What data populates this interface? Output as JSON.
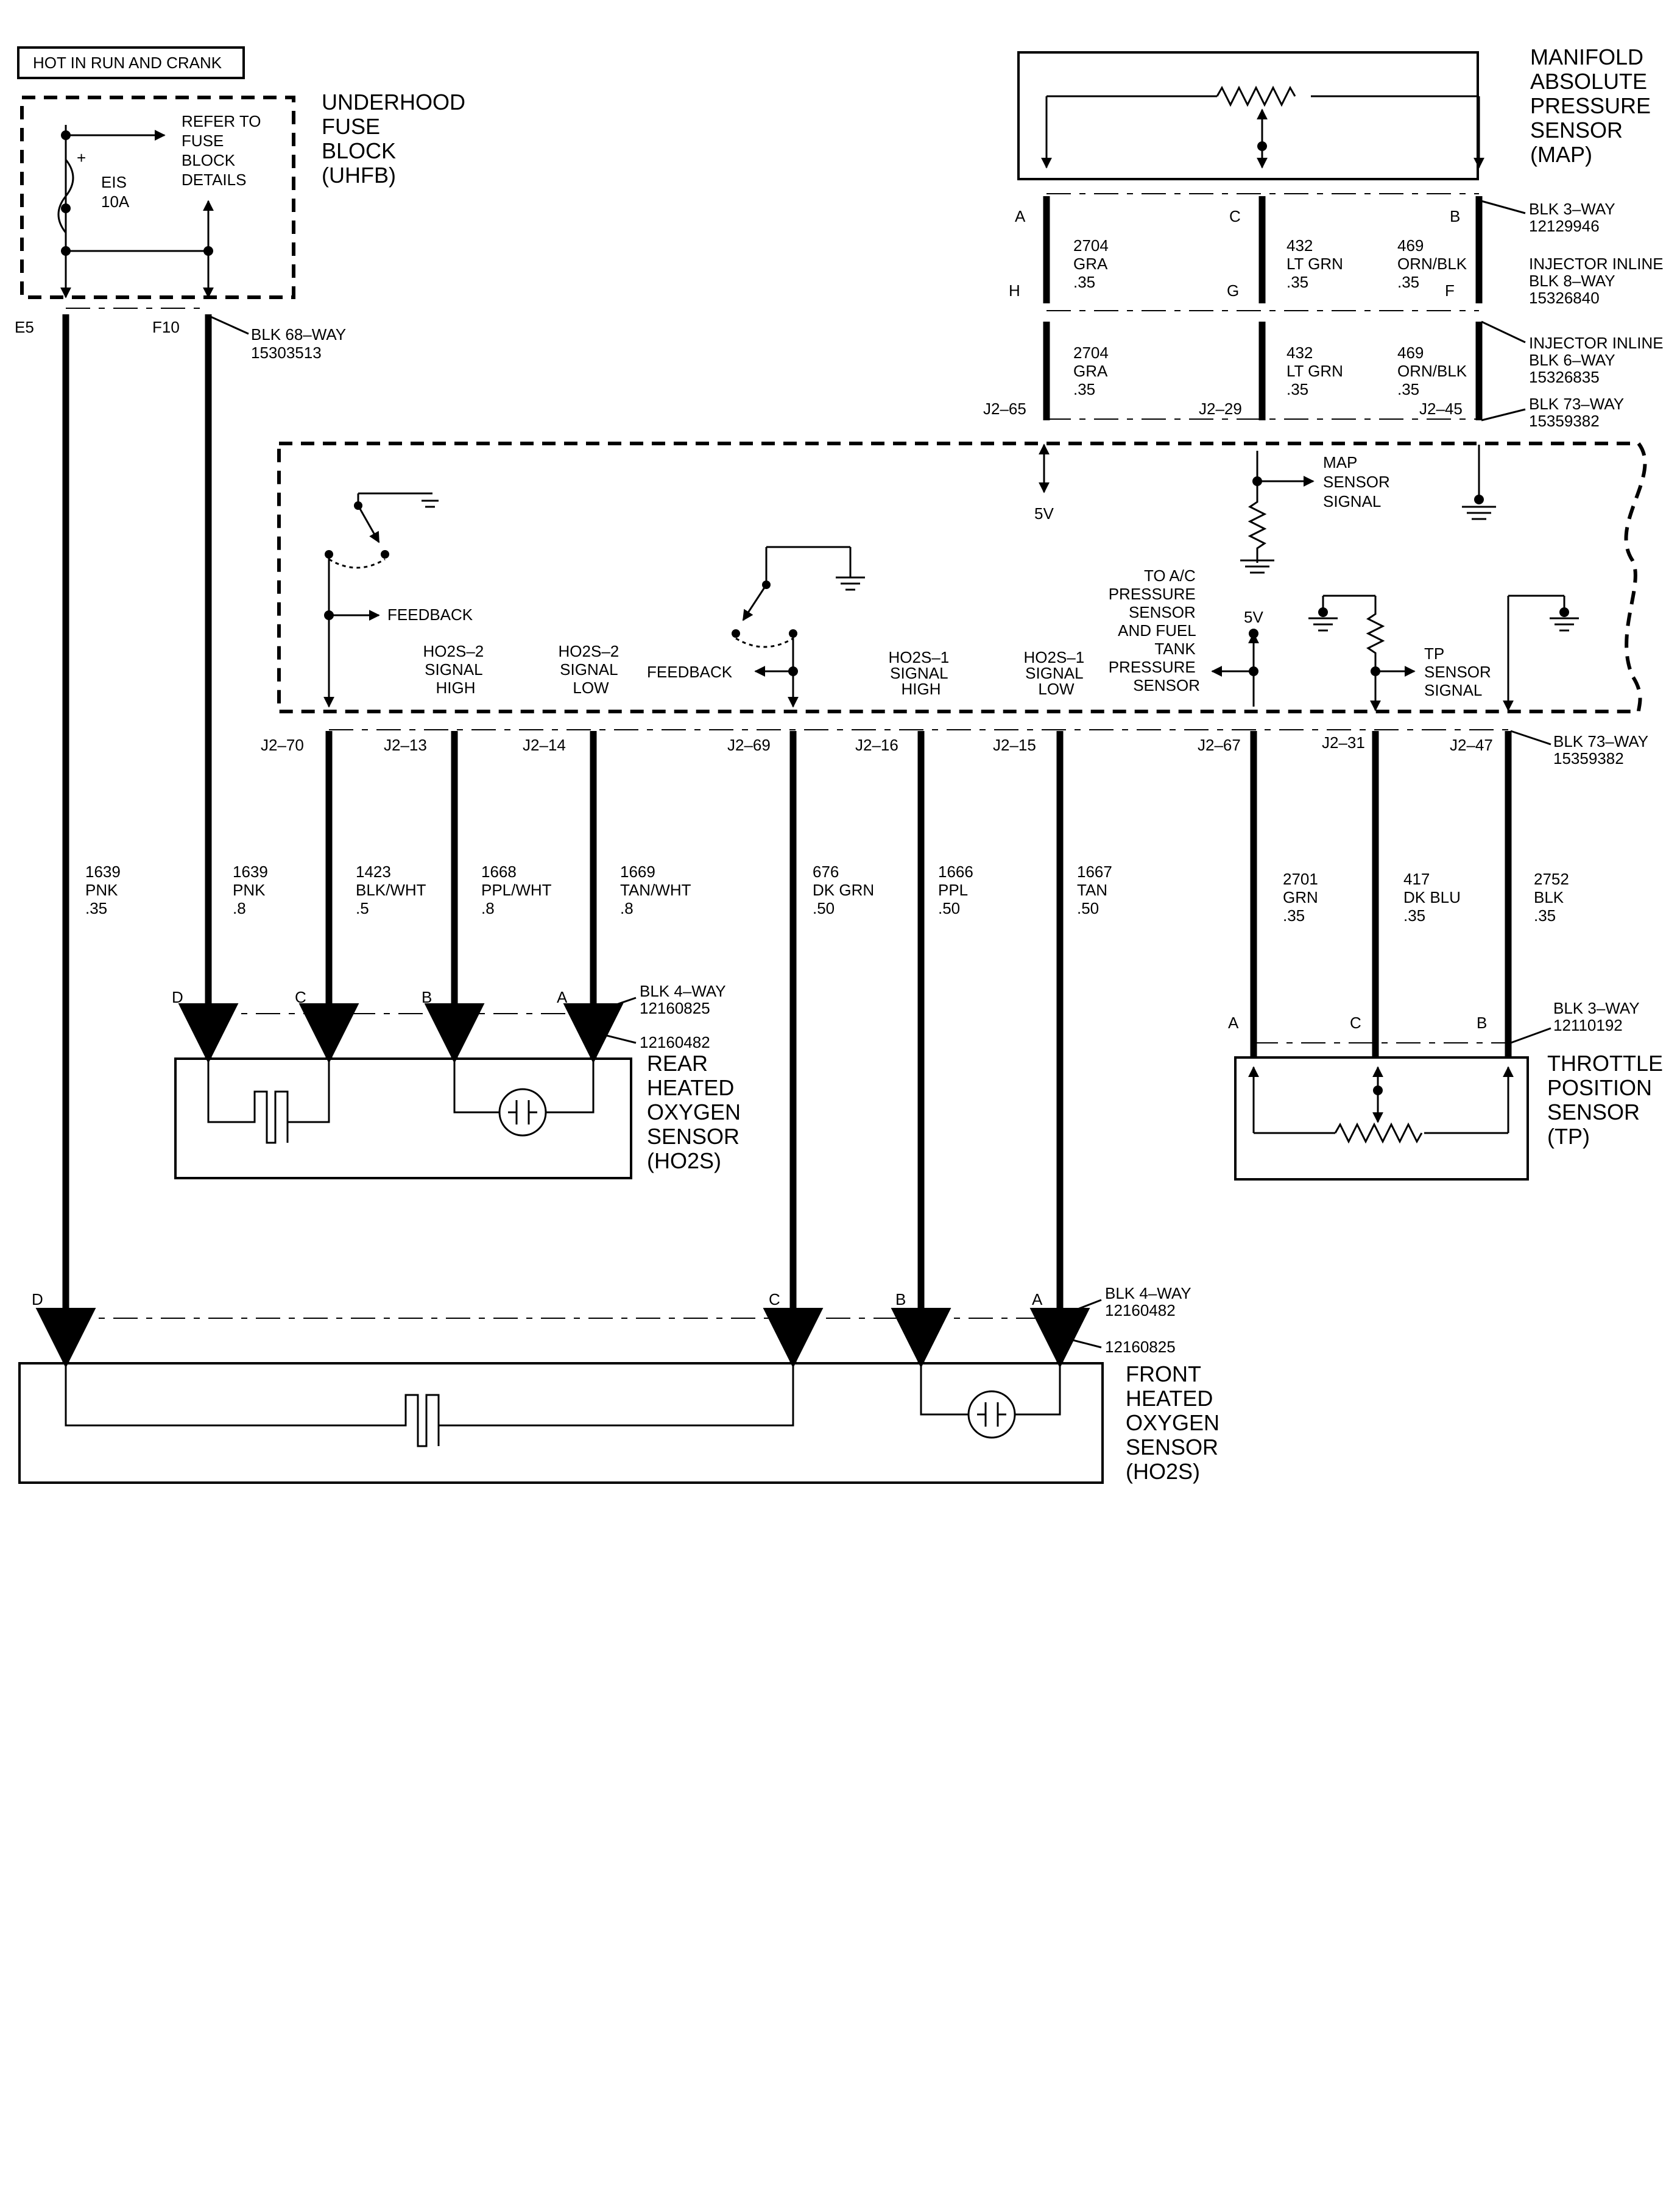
{
  "header": {
    "hot_label": "HOT IN RUN AND CRANK"
  },
  "uhfb": {
    "title_lines": [
      "UNDERHOOD",
      "FUSE",
      "BLOCK",
      "(UHFB)"
    ],
    "refer_lines": [
      "REFER TO",
      "FUSE",
      "BLOCK",
      "DETAILS"
    ],
    "fuse_name": "EIS",
    "fuse_rating": "10A",
    "terminal_e5": "E5",
    "terminal_f10": "F10",
    "connector_lines": [
      "BLK 68–WAY",
      "15303513"
    ]
  },
  "map_sensor": {
    "title_lines": [
      "MANIFOLD",
      "ABSOLUTE",
      "PRESSURE",
      "SENSOR",
      "(MAP)"
    ],
    "pins_top": [
      "A",
      "C",
      "B"
    ],
    "connector1_lines": [
      "BLK 3–WAY",
      "12129946"
    ],
    "pins_mid": [
      "H",
      "G",
      "F"
    ],
    "connector2_lines": [
      "INJECTOR INLINE",
      "BLK 8–WAY",
      "15326840"
    ],
    "connector3_lines": [
      "INJECTOR INLINE",
      "BLK 6–WAY",
      "15326835"
    ],
    "pins_pcm": [
      "J2–65",
      "J2–29",
      "J2–45"
    ],
    "connector4_lines": [
      "BLK 73–WAY",
      "15359382"
    ],
    "wires_upper": [
      {
        "lines": [
          "2704",
          "GRA",
          ".35"
        ]
      },
      {
        "lines": [
          "432",
          "LT GRN",
          ".35"
        ]
      },
      {
        "lines": [
          "469",
          "ORN/BLK",
          ".35"
        ]
      }
    ],
    "wires_lower": [
      {
        "lines": [
          "2704",
          "GRA",
          ".35"
        ]
      },
      {
        "lines": [
          "432",
          "LT GRN",
          ".35"
        ]
      },
      {
        "lines": [
          "469",
          "ORN/BLK",
          ".35"
        ]
      }
    ]
  },
  "pcm": {
    "label_5v_a": "5V",
    "map_signal_lines": [
      "MAP",
      "SENSOR",
      "SIGNAL"
    ],
    "feedback_label_a": "FEEDBACK",
    "feedback_label_b": "FEEDBACK",
    "ho2s2_high_lines": [
      "HO2S–2",
      "SIGNAL",
      "HIGH"
    ],
    "ho2s2_low_lines": [
      "HO2S–2",
      "SIGNAL",
      "LOW"
    ],
    "ho2s1_high_lines": [
      "HO2S–1",
      "SIGNAL",
      "HIGH"
    ],
    "ho2s1_low_lines": [
      "HO2S–1",
      "SIGNAL",
      "LOW"
    ],
    "ac_lines": [
      "TO A/C",
      "PRESSURE",
      "SENSOR",
      "AND FUEL",
      "TANK",
      "PRESSURE",
      "SENSOR"
    ],
    "label_5v_b": "5V",
    "tp_signal_lines": [
      "TP",
      "SENSOR",
      "SIGNAL"
    ],
    "pins_bottom": [
      "J2–70",
      "J2–13",
      "J2–14",
      "J2–69",
      "J2–16",
      "J2–15",
      "J2–67",
      "J2–31",
      "J2–47"
    ],
    "connector_lines": [
      "BLK 73–WAY",
      "15359382"
    ]
  },
  "mid_wires": [
    {
      "lines": [
        "1639",
        "PNK",
        ".35"
      ]
    },
    {
      "lines": [
        "1639",
        "PNK",
        ".8"
      ]
    },
    {
      "lines": [
        "1423",
        "BLK/WHT",
        ".5"
      ]
    },
    {
      "lines": [
        "1668",
        "PPL/WHT",
        ".8"
      ]
    },
    {
      "lines": [
        "1669",
        "TAN/WHT",
        ".8"
      ]
    },
    {
      "lines": [
        "676",
        "DK GRN",
        ".50"
      ]
    },
    {
      "lines": [
        "1666",
        "PPL",
        ".50"
      ]
    },
    {
      "lines": [
        "1667",
        "TAN",
        ".50"
      ]
    },
    {
      "lines": [
        "2701",
        "GRN",
        ".35"
      ]
    },
    {
      "lines": [
        "417",
        "DK BLU",
        ".35"
      ]
    },
    {
      "lines": [
        "2752",
        "BLK",
        ".35"
      ]
    }
  ],
  "rear_ho2s": {
    "title_lines": [
      "REAR",
      "HEATED",
      "OXYGEN",
      "SENSOR",
      "(HO2S)"
    ],
    "pins": [
      "D",
      "C",
      "B",
      "A"
    ],
    "connector1_lines": [
      "BLK 4–WAY",
      "12160825"
    ],
    "connector2": "12160482"
  },
  "front_ho2s": {
    "title_lines": [
      "FRONT",
      "HEATED",
      "OXYGEN",
      "SENSOR",
      "(HO2S)"
    ],
    "pins": [
      "D",
      "C",
      "B",
      "A"
    ],
    "connector1_lines": [
      "BLK 4–WAY",
      "12160482"
    ],
    "connector2": "12160825"
  },
  "tp_sensor": {
    "title_lines": [
      "THROTTLE",
      "POSITION",
      "SENSOR",
      "(TP)"
    ],
    "pins": [
      "A",
      "C",
      "B"
    ],
    "connector_lines": [
      "BLK 3–WAY",
      "12110192"
    ]
  }
}
